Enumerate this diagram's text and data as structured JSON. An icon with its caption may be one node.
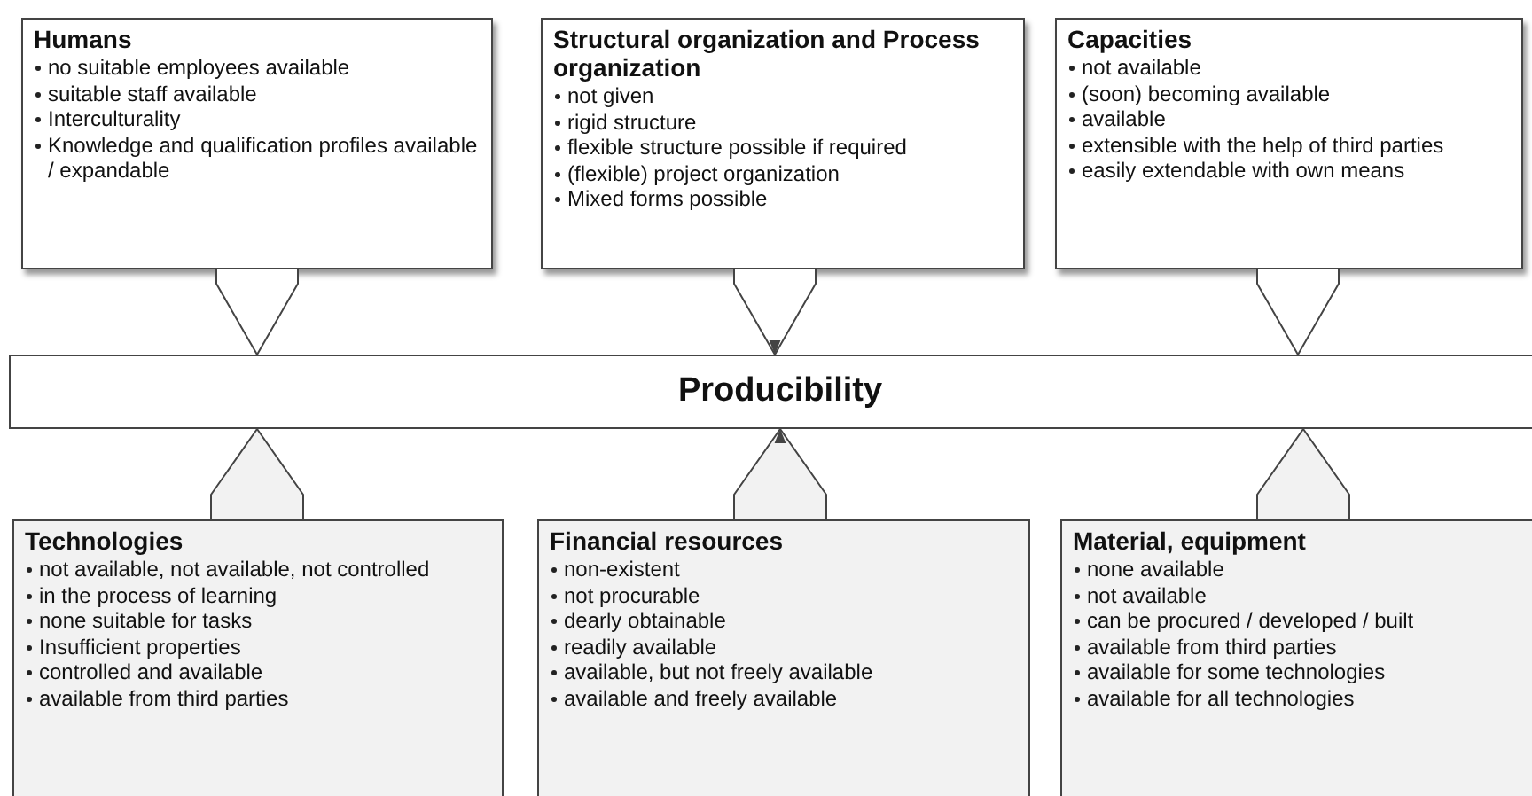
{
  "diagram": {
    "nodes": [
      {
        "text": [
          "Humans",
          "no suitable employees available",
          "suitable staff available",
          "Interculturality",
          "Knowledge and qualification profiles available / expandable"
        ]
      },
      {
        "text": [
          "Structural organization and Process organization",
          "not given",
          "rigid structure",
          "flexible structure possible if required",
          "(flexible) project organization",
          "Mixed forms possible"
        ]
      },
      {
        "text": [
          "Capacities",
          "not available",
          "(soon) becoming available",
          "available",
          "extensible with the help of third parties",
          "easily extendable with own means"
        ]
      },
      {
        "text": [
          "Producibility"
        ]
      },
      {
        "text": [
          "Technologies",
          "not available, not available, not controlled",
          "in the process of learning",
          "none suitable for tasks",
          "Insufficient properties",
          "controlled and available",
          "available from third parties"
        ]
      },
      {
        "text": [
          "Financial resources",
          "non-existent",
          "not procurable",
          "dearly obtainable",
          "readily available",
          "available, but not freely available",
          "available and freely available"
        ]
      },
      {
        "text": [
          "Material, equipment",
          "none available",
          "not available",
          "can be procured / developed / built",
          "available from third parties",
          "available for some technologies",
          "available for all technologies"
        ]
      }
    ],
    "edges": [
      {
        "from": 0,
        "to": 3,
        "arrow": "none"
      },
      {
        "from": 1,
        "to": 3,
        "arrow": "to"
      },
      {
        "from": 2,
        "to": 3,
        "arrow": "none"
      },
      {
        "from": 4,
        "to": 3,
        "arrow": "none"
      },
      {
        "from": 5,
        "to": 3,
        "arrow": "to"
      },
      {
        "from": 6,
        "to": 3,
        "arrow": "none"
      }
    ]
  }
}
